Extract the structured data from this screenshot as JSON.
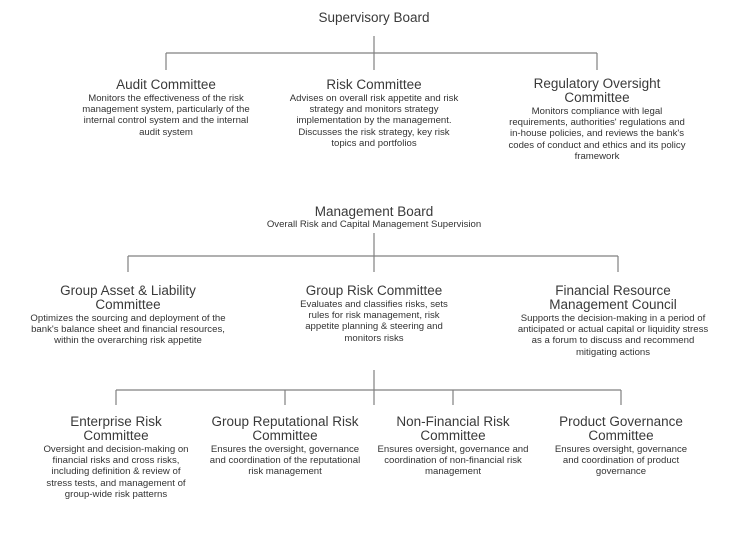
{
  "supervisory_board": {
    "title": "Supervisory Board",
    "committees": [
      {
        "title": "Audit Committee",
        "desc": "Monitors the effectiveness of the risk management system, particularly of the internal control system and the internal audit system"
      },
      {
        "title": "Risk Committee",
        "desc": "Advises on overall risk appetite and risk strategy and monitors strategy implementation by the management. Discusses the risk strategy, key risk topics and portfolios"
      },
      {
        "title": "Regulatory Oversight Committee",
        "desc": "Monitors compliance with legal requirements, authorities' regulations and in-house policies, and reviews the bank's codes of conduct and ethics and its policy framework"
      }
    ]
  },
  "management_board": {
    "title": "Management Board",
    "subtitle": "Overall Risk and Capital Management Supervision",
    "committees": [
      {
        "title": "Group Asset & Liability Committee",
        "desc": "Optimizes the sourcing and deployment of the bank's balance sheet and financial resources, within the overarching risk appetite"
      },
      {
        "title": "Group Risk Committee",
        "desc": "Evaluates and classifies risks, sets rules for risk management, risk appetite planning & steering and monitors risks"
      },
      {
        "title": "Financial Resource Management Council",
        "desc": "Supports the decision-making in a period of anticipated or actual capital or liquidity stress as a forum to discuss and recommend mitigating actions"
      }
    ]
  },
  "group_risk_committee": {
    "subcommittees": [
      {
        "title": "Enterprise Risk Committee",
        "desc": "Oversight and decision-making on financial risks and cross risks, including definition & review of stress tests, and management of group-wide risk patterns"
      },
      {
        "title": "Group Reputational Risk Committee",
        "desc": "Ensures the oversight, governance and coordination of the reputational risk management"
      },
      {
        "title": "Non-Financial Risk Committee",
        "desc": "Ensures oversight, governance and coordination of non-financial risk management"
      },
      {
        "title": "Product Governance Committee",
        "desc": "Ensures oversight, governance and coordination of product governance"
      }
    ]
  },
  "colors": {
    "connector": "#808080",
    "text": "#333333"
  }
}
